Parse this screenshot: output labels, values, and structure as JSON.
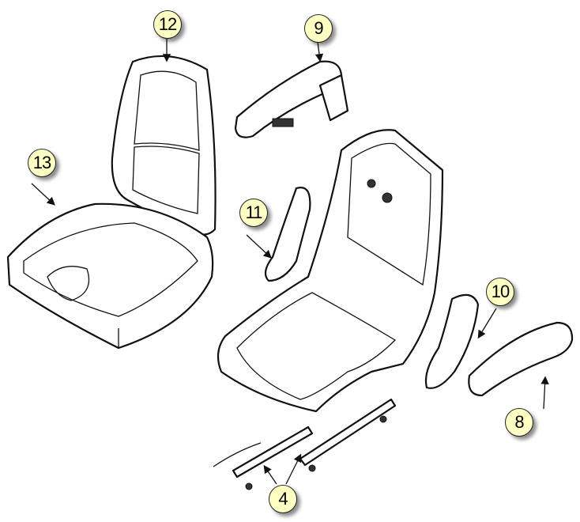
{
  "diagram": {
    "callouts": [
      {
        "id": "c12",
        "label": "12"
      },
      {
        "id": "c9",
        "label": "9"
      },
      {
        "id": "c13",
        "label": "13"
      },
      {
        "id": "c11",
        "label": "11"
      },
      {
        "id": "c10",
        "label": "10"
      },
      {
        "id": "c8",
        "label": "8"
      },
      {
        "id": "c4",
        "label": "4"
      }
    ],
    "colors": {
      "callout_fill": "#ffffc4",
      "line": "#111111"
    }
  }
}
